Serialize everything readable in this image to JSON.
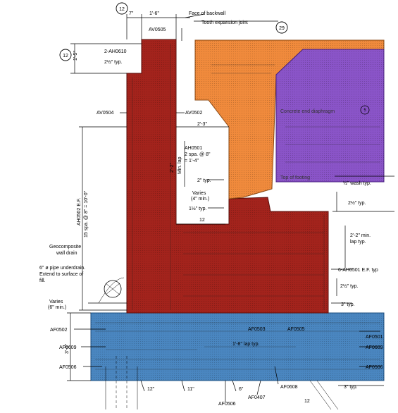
{
  "colors": {
    "backwall": "#a3231c",
    "wingwall": "#f08a3c",
    "diaphragm": "#8a54c8",
    "footing": "#4a86c0",
    "line": "#000000"
  },
  "callouts": {
    "detail_12_top": "12",
    "detail_12_left": "12",
    "detail_29": "29",
    "detail_5": "5"
  },
  "labels": {
    "dim_7in": "7\"",
    "dim_1ft6in": "1'-6\"",
    "face_of_backwall": "Face of backwall",
    "tooth_expansion_joint": "Tooth expansion joint",
    "av0505": "AV0505",
    "ah0610": "2-AH0610",
    "dim_2half_typ": "2½\" typ.",
    "dim_1ft5": "1'-5\"",
    "av0504": "AV0504",
    "av0502_mid": "AV0502",
    "dim_2ft3in": "2'-3\"",
    "dim_2ft2in": "2'-2\"",
    "min_lap": "Min. lap",
    "ah0502_ef": "AH0502 E.F.",
    "spacing_15": "15 spa. @ 8\" = 10'-0\"",
    "ah0501": "AH0501",
    "ah0501_spa": "2 spa. @ 8\"",
    "ah0501_total": "= 1'-4\"",
    "dim_2_typ": "2\" typ.",
    "varies_4": "Varies",
    "varies_4_min": "(4\" min.)",
    "dim_1half_typ": "1½\" typ.",
    "dim_12": "12",
    "concrete_end_diaphragm": "Concrete end diaphragm",
    "top_of_footing_struct": "Top of footing",
    "wash_typ": "½\" wash typ.",
    "dim_2half_typ_r": "2½\" typ.",
    "dim_2ft2_lap": "2'-2\" min.",
    "lap_typ": "lap typ.",
    "geocomposite": "Geocomposite",
    "wall_drain": "wall drain",
    "pipe_underdrain": "6\" ø pipe underdrain.",
    "extend_to": "Extend to surface of",
    "fill": "fill.",
    "ah0501_ef": "6-AH0501 E.F. typ",
    "dim_2half_typ_r2": "2½\" typ.",
    "varies_6": "Varies",
    "varies_6_min": "(6\" min.)",
    "dim_3_typ": "3\" typ.",
    "af0502": "AF0502",
    "af0501": "AF0501",
    "af0609_l": "AF0609",
    "af0609_r": "AF0609",
    "af0506_l": "AF0506",
    "af0506_r": "AF0506",
    "af0503": "AF0503",
    "af0505": "AF0505",
    "lap_1ft8": "1'-8\" lap typ.",
    "dim_3ft0": "3'-0\"",
    "dim_12in": "12\"",
    "dim_11in": "11\"",
    "dim_6in": "6\"",
    "af0506_b": "AF0506",
    "af0407": "AF0407",
    "af0608": "AF0608",
    "dim_12_b": "12",
    "dim_3_typ_b": "3\" typ."
  }
}
